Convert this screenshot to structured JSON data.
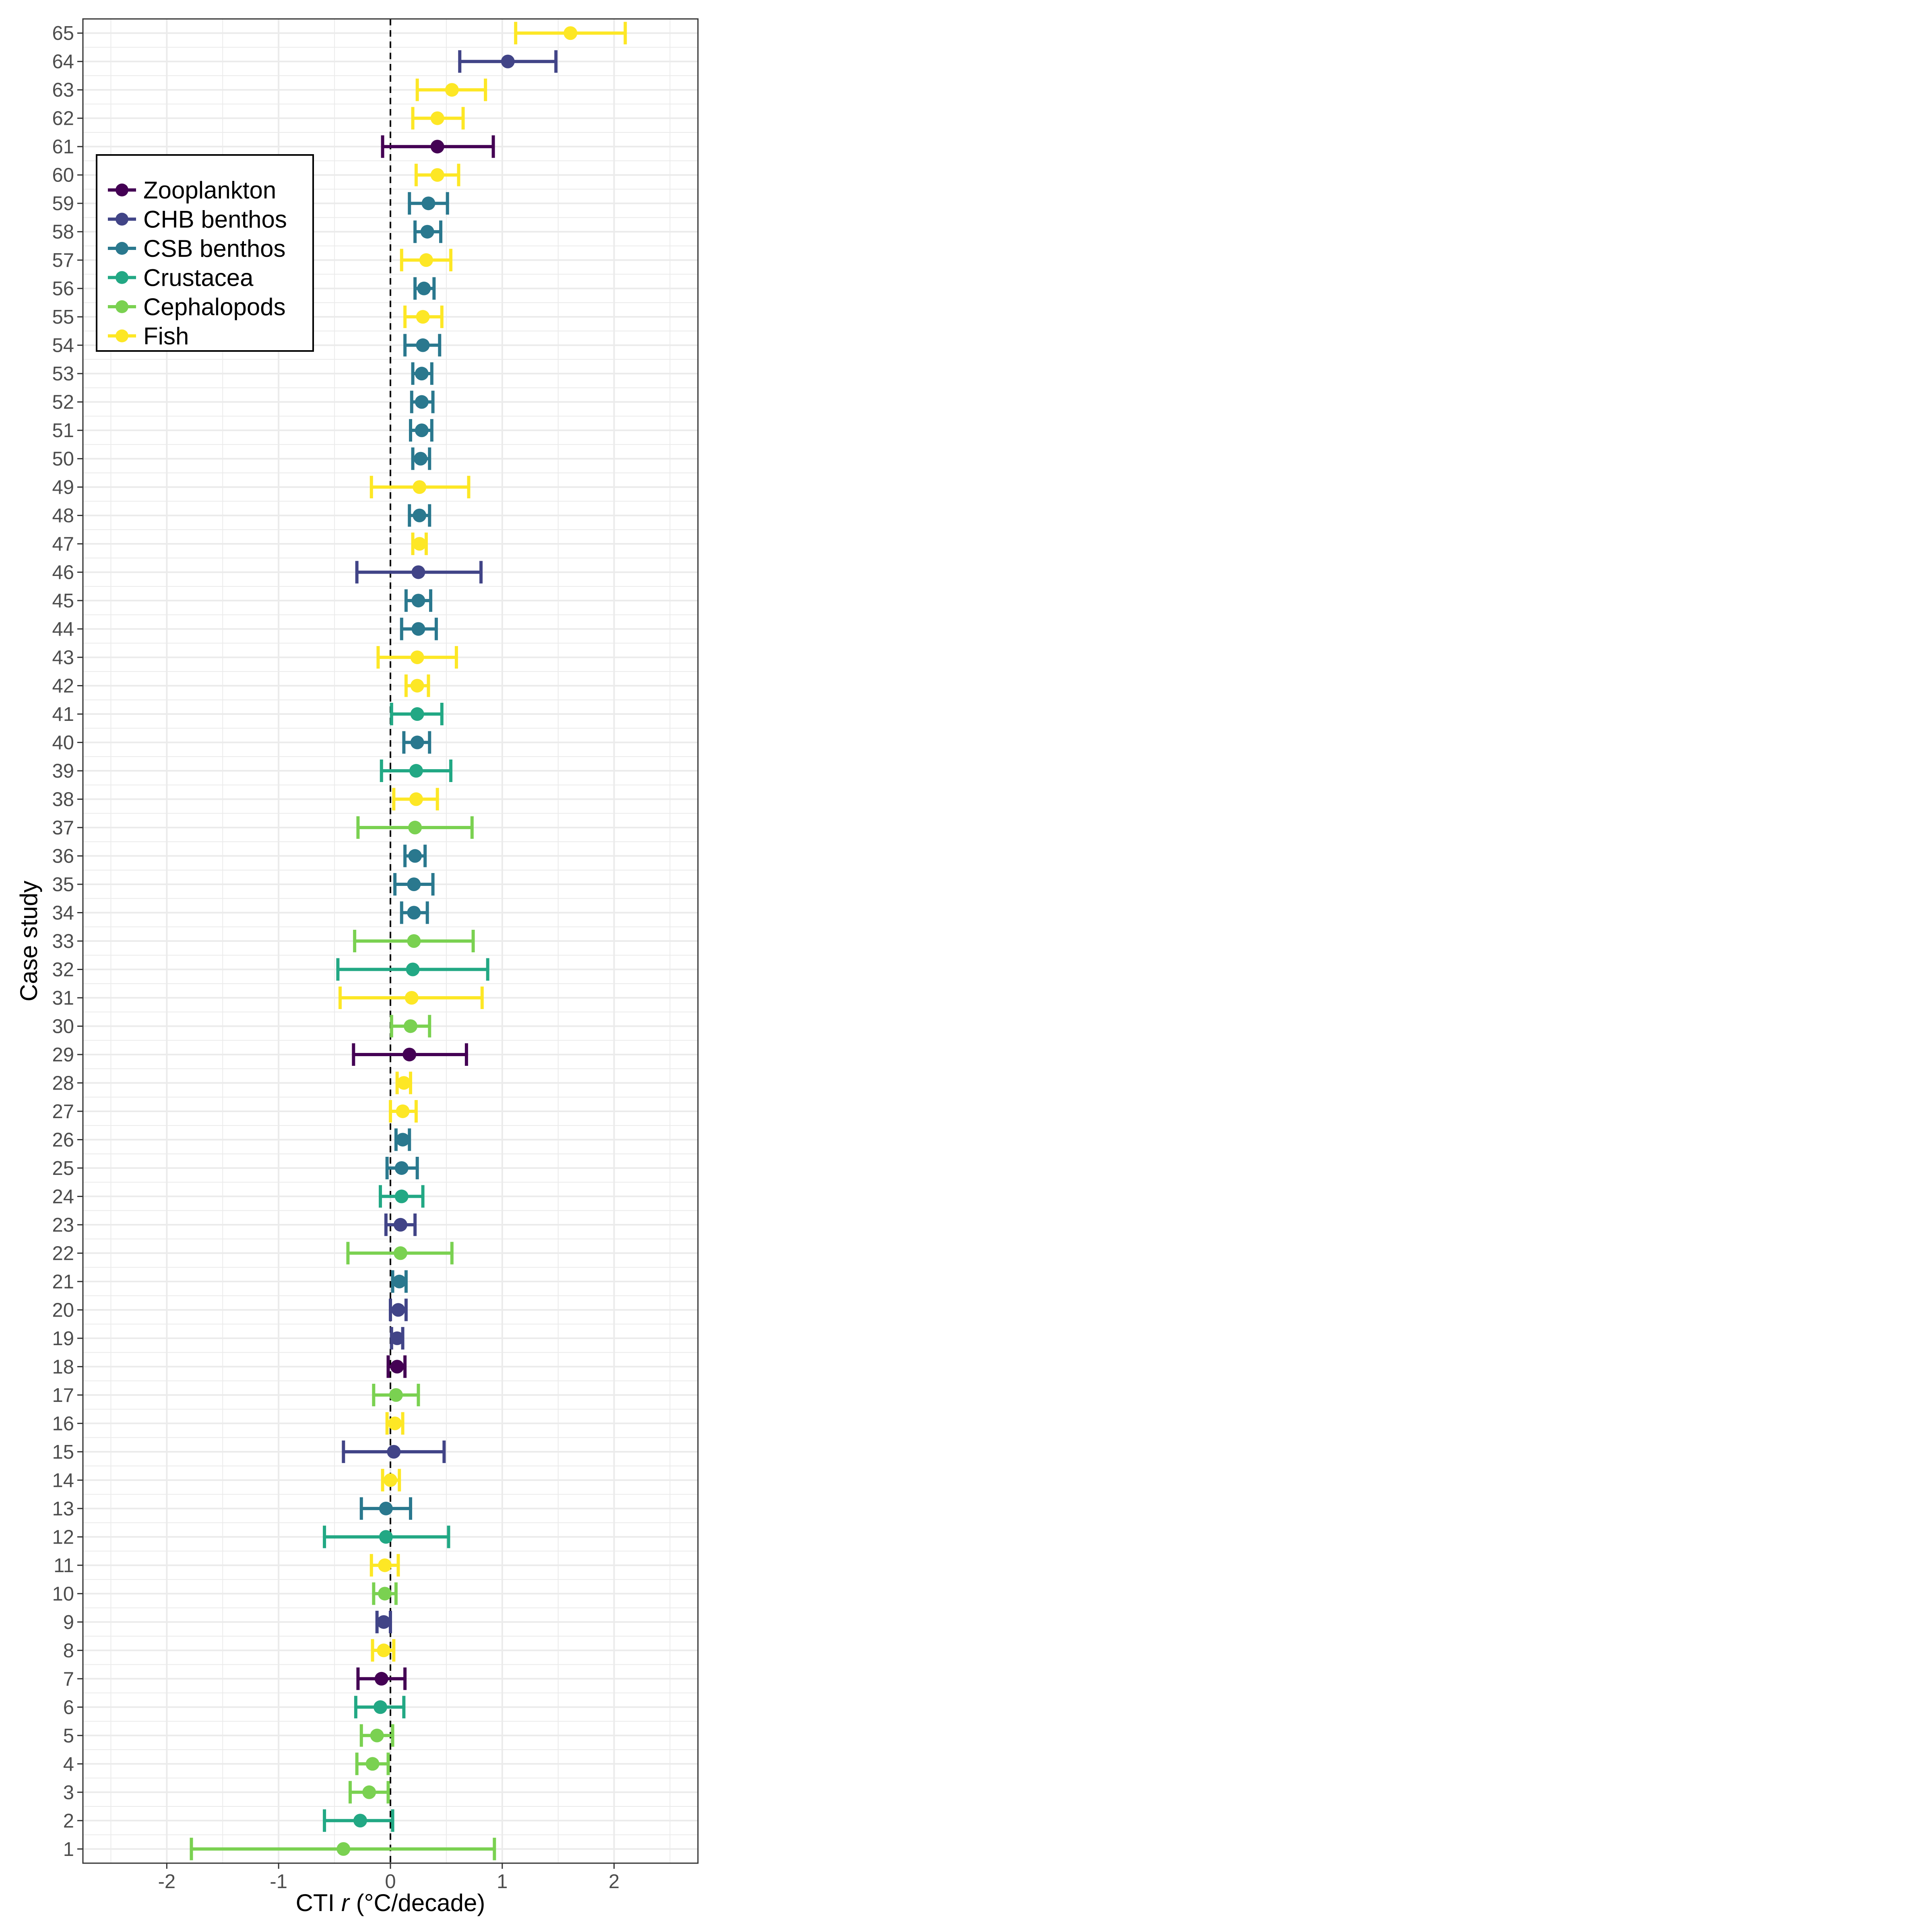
{
  "chart_data": {
    "type": "scatter",
    "subtype": "forest-plot-with-error-bars",
    "title": "",
    "xlabel_parts": [
      "CTI ",
      "r",
      " (°C/decade)"
    ],
    "ylabel": "Case study",
    "xlim": [
      -2.75,
      2.75
    ],
    "ylim": [
      0.5,
      65.5
    ],
    "x_ticks": [
      -2,
      -1,
      0,
      1,
      2
    ],
    "x_tick_labels": [
      "-2",
      "-1",
      "0",
      "1",
      "2"
    ],
    "reference_line_x": 0,
    "grid": true,
    "legend_position": "top-left",
    "legend": [
      {
        "name": "Zooplankton",
        "color": "#440154"
      },
      {
        "name": "CHB benthos",
        "color": "#414487"
      },
      {
        "name": "CSB benthos",
        "color": "#2A788E"
      },
      {
        "name": "Crustacea",
        "color": "#22A884"
      },
      {
        "name": "Cephalopods",
        "color": "#7AD151"
      },
      {
        "name": "Fish",
        "color": "#FDE725"
      }
    ],
    "points": [
      {
        "case": 1,
        "group": "Cephalopods",
        "value": -0.42,
        "lower": -1.78,
        "upper": 0.93
      },
      {
        "case": 2,
        "group": "Crustacea",
        "value": -0.27,
        "lower": -0.59,
        "upper": 0.02
      },
      {
        "case": 3,
        "group": "Cephalopods",
        "value": -0.19,
        "lower": -0.36,
        "upper": -0.02
      },
      {
        "case": 4,
        "group": "Cephalopods",
        "value": -0.16,
        "lower": -0.3,
        "upper": -0.02
      },
      {
        "case": 5,
        "group": "Cephalopods",
        "value": -0.12,
        "lower": -0.26,
        "upper": 0.02
      },
      {
        "case": 6,
        "group": "Crustacea",
        "value": -0.09,
        "lower": -0.31,
        "upper": 0.12
      },
      {
        "case": 7,
        "group": "Zooplankton",
        "value": -0.08,
        "lower": -0.29,
        "upper": 0.13
      },
      {
        "case": 8,
        "group": "Fish",
        "value": -0.06,
        "lower": -0.16,
        "upper": 0.03
      },
      {
        "case": 9,
        "group": "CHB benthos",
        "value": -0.06,
        "lower": -0.12,
        "upper": 0.0
      },
      {
        "case": 10,
        "group": "Cephalopods",
        "value": -0.05,
        "lower": -0.15,
        "upper": 0.05
      },
      {
        "case": 11,
        "group": "Fish",
        "value": -0.05,
        "lower": -0.17,
        "upper": 0.07
      },
      {
        "case": 12,
        "group": "Crustacea",
        "value": -0.04,
        "lower": -0.59,
        "upper": 0.52
      },
      {
        "case": 13,
        "group": "CSB benthos",
        "value": -0.04,
        "lower": -0.26,
        "upper": 0.18
      },
      {
        "case": 14,
        "group": "Fish",
        "value": 0.0,
        "lower": -0.07,
        "upper": 0.08
      },
      {
        "case": 15,
        "group": "CHB benthos",
        "value": 0.03,
        "lower": -0.42,
        "upper": 0.48
      },
      {
        "case": 16,
        "group": "Fish",
        "value": 0.04,
        "lower": -0.03,
        "upper": 0.11
      },
      {
        "case": 17,
        "group": "Cephalopods",
        "value": 0.05,
        "lower": -0.15,
        "upper": 0.25
      },
      {
        "case": 18,
        "group": "Zooplankton",
        "value": 0.06,
        "lower": -0.02,
        "upper": 0.13
      },
      {
        "case": 19,
        "group": "CHB benthos",
        "value": 0.06,
        "lower": 0.01,
        "upper": 0.11
      },
      {
        "case": 20,
        "group": "CHB benthos",
        "value": 0.07,
        "lower": 0.0,
        "upper": 0.14
      },
      {
        "case": 21,
        "group": "CSB benthos",
        "value": 0.08,
        "lower": 0.02,
        "upper": 0.14
      },
      {
        "case": 22,
        "group": "Cephalopods",
        "value": 0.09,
        "lower": -0.38,
        "upper": 0.55
      },
      {
        "case": 23,
        "group": "CHB benthos",
        "value": 0.09,
        "lower": -0.04,
        "upper": 0.22
      },
      {
        "case": 24,
        "group": "Crustacea",
        "value": 0.1,
        "lower": -0.09,
        "upper": 0.29
      },
      {
        "case": 25,
        "group": "CSB benthos",
        "value": 0.1,
        "lower": -0.03,
        "upper": 0.24
      },
      {
        "case": 26,
        "group": "CSB benthos",
        "value": 0.11,
        "lower": 0.05,
        "upper": 0.17
      },
      {
        "case": 27,
        "group": "Fish",
        "value": 0.11,
        "lower": 0.0,
        "upper": 0.23
      },
      {
        "case": 28,
        "group": "Fish",
        "value": 0.12,
        "lower": 0.06,
        "upper": 0.18
      },
      {
        "case": 29,
        "group": "Zooplankton",
        "value": 0.17,
        "lower": -0.33,
        "upper": 0.68
      },
      {
        "case": 30,
        "group": "Cephalopods",
        "value": 0.18,
        "lower": 0.01,
        "upper": 0.35
      },
      {
        "case": 31,
        "group": "Fish",
        "value": 0.19,
        "lower": -0.45,
        "upper": 0.82
      },
      {
        "case": 32,
        "group": "Crustacea",
        "value": 0.2,
        "lower": -0.47,
        "upper": 0.87
      },
      {
        "case": 33,
        "group": "Cephalopods",
        "value": 0.21,
        "lower": -0.32,
        "upper": 0.74
      },
      {
        "case": 34,
        "group": "CSB benthos",
        "value": 0.21,
        "lower": 0.1,
        "upper": 0.33
      },
      {
        "case": 35,
        "group": "CSB benthos",
        "value": 0.21,
        "lower": 0.04,
        "upper": 0.38
      },
      {
        "case": 36,
        "group": "CSB benthos",
        "value": 0.22,
        "lower": 0.13,
        "upper": 0.31
      },
      {
        "case": 37,
        "group": "Cephalopods",
        "value": 0.22,
        "lower": -0.29,
        "upper": 0.73
      },
      {
        "case": 38,
        "group": "Fish",
        "value": 0.23,
        "lower": 0.03,
        "upper": 0.42
      },
      {
        "case": 39,
        "group": "Crustacea",
        "value": 0.23,
        "lower": -0.08,
        "upper": 0.54
      },
      {
        "case": 40,
        "group": "CSB benthos",
        "value": 0.24,
        "lower": 0.12,
        "upper": 0.35
      },
      {
        "case": 41,
        "group": "Crustacea",
        "value": 0.24,
        "lower": 0.01,
        "upper": 0.46
      },
      {
        "case": 42,
        "group": "Fish",
        "value": 0.24,
        "lower": 0.14,
        "upper": 0.34
      },
      {
        "case": 43,
        "group": "Fish",
        "value": 0.24,
        "lower": -0.11,
        "upper": 0.59
      },
      {
        "case": 44,
        "group": "CSB benthos",
        "value": 0.25,
        "lower": 0.1,
        "upper": 0.41
      },
      {
        "case": 45,
        "group": "CSB benthos",
        "value": 0.25,
        "lower": 0.14,
        "upper": 0.36
      },
      {
        "case": 46,
        "group": "CHB benthos",
        "value": 0.25,
        "lower": -0.3,
        "upper": 0.81
      },
      {
        "case": 47,
        "group": "Fish",
        "value": 0.26,
        "lower": 0.2,
        "upper": 0.32
      },
      {
        "case": 48,
        "group": "CSB benthos",
        "value": 0.26,
        "lower": 0.17,
        "upper": 0.35
      },
      {
        "case": 49,
        "group": "Fish",
        "value": 0.26,
        "lower": -0.17,
        "upper": 0.7
      },
      {
        "case": 50,
        "group": "CSB benthos",
        "value": 0.27,
        "lower": 0.2,
        "upper": 0.35
      },
      {
        "case": 51,
        "group": "CSB benthos",
        "value": 0.28,
        "lower": 0.18,
        "upper": 0.37
      },
      {
        "case": 52,
        "group": "CSB benthos",
        "value": 0.28,
        "lower": 0.19,
        "upper": 0.38
      },
      {
        "case": 53,
        "group": "CSB benthos",
        "value": 0.28,
        "lower": 0.2,
        "upper": 0.37
      },
      {
        "case": 54,
        "group": "CSB benthos",
        "value": 0.29,
        "lower": 0.13,
        "upper": 0.44
      },
      {
        "case": 55,
        "group": "Fish",
        "value": 0.29,
        "lower": 0.13,
        "upper": 0.46
      },
      {
        "case": 56,
        "group": "CSB benthos",
        "value": 0.3,
        "lower": 0.22,
        "upper": 0.39
      },
      {
        "case": 57,
        "group": "Fish",
        "value": 0.32,
        "lower": 0.1,
        "upper": 0.54
      },
      {
        "case": 58,
        "group": "CSB benthos",
        "value": 0.33,
        "lower": 0.22,
        "upper": 0.45
      },
      {
        "case": 59,
        "group": "CSB benthos",
        "value": 0.34,
        "lower": 0.17,
        "upper": 0.51
      },
      {
        "case": 60,
        "group": "Fish",
        "value": 0.42,
        "lower": 0.23,
        "upper": 0.61
      },
      {
        "case": 61,
        "group": "Zooplankton",
        "value": 0.42,
        "lower": -0.07,
        "upper": 0.92
      },
      {
        "case": 62,
        "group": "Fish",
        "value": 0.42,
        "lower": 0.2,
        "upper": 0.65
      },
      {
        "case": 63,
        "group": "Fish",
        "value": 0.55,
        "lower": 0.24,
        "upper": 0.85
      },
      {
        "case": 64,
        "group": "CHB benthos",
        "value": 1.05,
        "lower": 0.62,
        "upper": 1.48
      },
      {
        "case": 65,
        "group": "Fish",
        "value": 1.61,
        "lower": 1.12,
        "upper": 2.1
      }
    ]
  }
}
